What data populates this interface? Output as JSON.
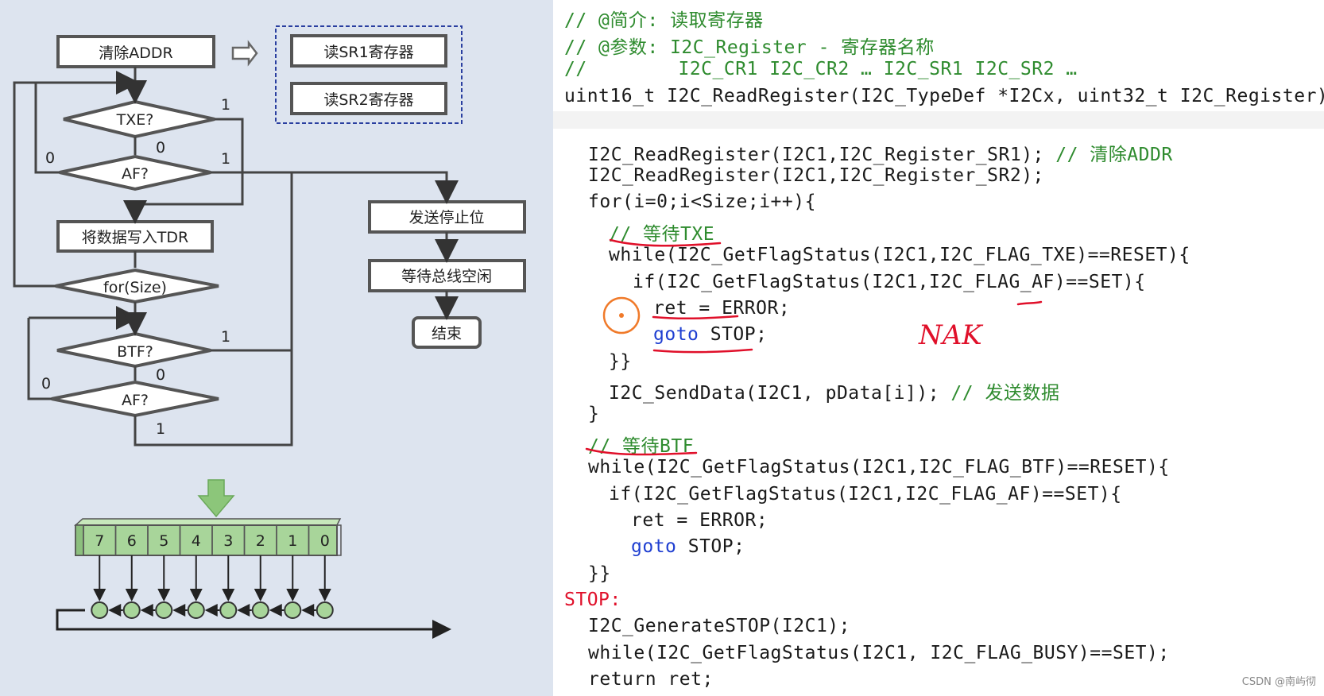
{
  "flowchart": {
    "clear_addr": "清除ADDR",
    "read_sr1": "读SR1寄存器",
    "read_sr2": "读SR2寄存器",
    "txe": "TXE?",
    "af1": "AF?",
    "write_tdr": "将数据写入TDR",
    "for_size": "for(Size)",
    "btf": "BTF?",
    "af2": "AF?",
    "send_stop": "发送停止位",
    "wait_bus": "等待总线空闲",
    "end": "结束",
    "lbl_txe_1": "1",
    "lbl_txe_0": "0",
    "lbl_af1_0": "0",
    "lbl_af1_1": "1",
    "lbl_btf_1": "1",
    "lbl_btf_0": "0",
    "lbl_af2_0": "0",
    "lbl_af2_1": "1"
  },
  "shift_register": {
    "bits": [
      "7",
      "6",
      "5",
      "4",
      "3",
      "2",
      "1",
      "0"
    ]
  },
  "code_header": {
    "l1": "// @简介: 读取寄存器",
    "l2": "// @参数: I2C_Register - 寄存器名称",
    "l3": "//        I2C_CR1 I2C_CR2 … I2C_SR1 I2C_SR2 …",
    "l4": "uint16_t I2C_ReadRegister(I2C_TypeDef *I2Cx, uint32_t I2C_Register)"
  },
  "code": {
    "c1a": "I2C_ReadRegister(I2C1,I2C_Register_SR1); ",
    "c1b": "// 清除ADDR",
    "c2": "I2C_ReadRegister(I2C1,I2C_Register_SR2);",
    "c3": "for(i=0;i<Size;i++){",
    "c4": "// 等待TXE",
    "c5": "while(I2C_GetFlagStatus(I2C1,I2C_FLAG_TXE)==RESET){",
    "c6": "if(I2C_GetFlagStatus(I2C1,I2C_FLAG_AF)==SET){",
    "c7": "ret = ERROR;",
    "c8a": "goto",
    "c8b": " STOP;",
    "c9": "}}",
    "c10a": "I2C_SendData(I2C1, pData[i]); ",
    "c10b": "// 发送数据",
    "c11": "}",
    "c12": "// 等待BTF",
    "c13": "while(I2C_GetFlagStatus(I2C1,I2C_FLAG_BTF)==RESET){",
    "c14": "if(I2C_GetFlagStatus(I2C1,I2C_FLAG_AF)==SET){",
    "c15": "ret = ERROR;",
    "c16a": "goto",
    "c16b": " STOP;",
    "c17": "}}",
    "c18": "STOP:",
    "c19": "I2C_GenerateSTOP(I2C1);",
    "c20": "while(I2C_GetFlagStatus(I2C1, I2C_FLAG_BUSY)==SET);",
    "c21": "return ret;"
  },
  "annotation": {
    "nak": "NAK"
  },
  "watermark": "CSDN @南屿彻",
  "colors": {
    "box_stroke": "#6b6b6b",
    "box_fill": "#ffffff",
    "dashed": "#2a3fa0",
    "reg_fill": "#a8d59a",
    "node_fill": "#a8d59a",
    "arrow_green": "#8cc67a",
    "comment": "#2e8b2e",
    "keyword": "#1f3fd1",
    "ink_red": "#e0102a"
  }
}
